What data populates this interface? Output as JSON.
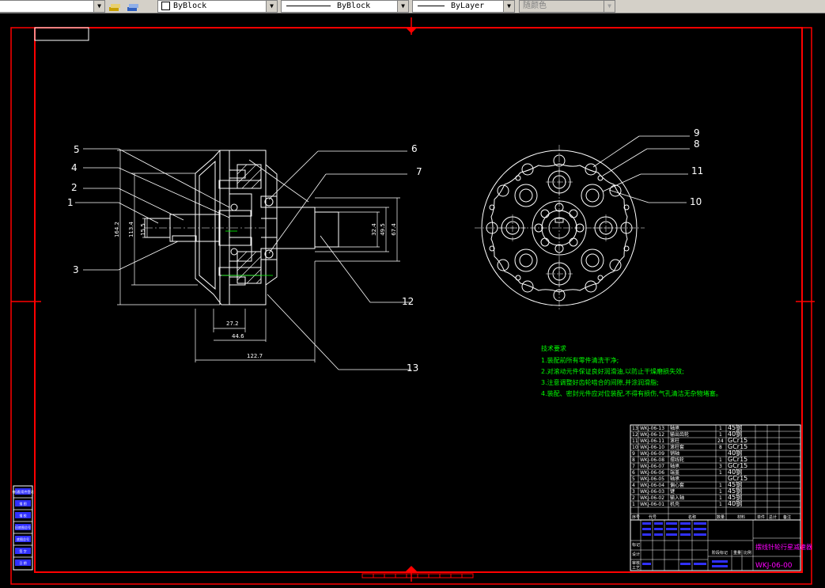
{
  "toolbar": {
    "color_control": "ByBlock",
    "linetype_control": "ByBlock",
    "lineweight_control": "ByLayer",
    "plotstyle_control": "随颜色"
  },
  "colors": {
    "frame": "#ff0000",
    "geometry": "#ffffff",
    "notes": "#00ff00",
    "title": "#ff00ff",
    "dimension": "#ffffff"
  },
  "drawing": {
    "part_labels": [
      "1",
      "2",
      "3",
      "4",
      "5",
      "6",
      "7",
      "8",
      "9",
      "10",
      "11",
      "12",
      "13"
    ],
    "dimensions": {
      "d164_2": "164.2",
      "d113_4": "113.4",
      "d15_5": "15.5",
      "d32_4": "32.4",
      "d49_5": "49.5",
      "d67_4": "67.4",
      "d27_2": "27.2",
      "d44_6": "44.6",
      "d122_7": "122.7"
    }
  },
  "tech_notes": {
    "heading": "技术要求",
    "items": [
      "1.装配前所有零件清洗干净;",
      "2.对滚动元件保证良好润滑油,以防止干燥磨损失效;",
      "3.注意调整好齿轮啮合的间隙,并涂润滑脂;",
      "4.装配、密封元件应对位装配,不得有损伤,气孔清洁无杂物堵塞。"
    ]
  },
  "bom": {
    "rows": [
      {
        "no": "13",
        "code": "WKJ-06-13",
        "name": "轴承",
        "qty": "1",
        "mat": "45钢"
      },
      {
        "no": "12",
        "code": "WKJ-06-12",
        "name": "输出齿轮",
        "qty": "1",
        "mat": "40钢"
      },
      {
        "no": "11",
        "code": "WKJ-06-11",
        "name": "滚柱",
        "qty": "24",
        "mat": "GCr15"
      },
      {
        "no": "10",
        "code": "WKJ-06-10",
        "name": "滚柱套",
        "qty": "8",
        "mat": "GCr15"
      },
      {
        "no": "9",
        "code": "WKJ-06-09",
        "name": "销轴",
        "qty": "",
        "mat": "40钢"
      },
      {
        "no": "8",
        "code": "WKJ-06-08",
        "name": "摆线轮",
        "qty": "1",
        "mat": "GCr15"
      },
      {
        "no": "7",
        "code": "WKJ-06-07",
        "name": "轴承",
        "qty": "3",
        "mat": "GCr15"
      },
      {
        "no": "6",
        "code": "WKJ-06-06",
        "name": "端盖",
        "qty": "1",
        "mat": "40钢"
      },
      {
        "no": "5",
        "code": "WKJ-06-05",
        "name": "轴承",
        "qty": "",
        "mat": "GCr15"
      },
      {
        "no": "4",
        "code": "WKJ-06-04",
        "name": "偏心套",
        "qty": "1",
        "mat": "45钢"
      },
      {
        "no": "3",
        "code": "WKJ-06-03",
        "name": "键",
        "qty": "1",
        "mat": "45钢"
      },
      {
        "no": "2",
        "code": "WKJ-06-02",
        "name": "输入轴",
        "qty": "1",
        "mat": "45钢"
      },
      {
        "no": "1",
        "code": "WKJ-06-01",
        "name": "机壳",
        "qty": "1",
        "mat": "40钢"
      }
    ],
    "header": [
      "序号",
      "代号",
      "名称",
      "数量",
      "材料",
      "单件",
      "总计",
      "备注"
    ]
  },
  "title_block": {
    "drawing_name": "摆线针轮行星减速器",
    "drawing_number": "WKJ-06-00",
    "row_labels": [
      "标记",
      "设计",
      "审核",
      "工艺"
    ],
    "small_labels": [
      "阶段标记",
      "重量",
      "比例"
    ]
  },
  "left_strip": [
    "借(通)用件登记",
    "描 图",
    "描 校",
    "旧底图总号",
    "底图总号",
    "签 字",
    "日 期"
  ]
}
